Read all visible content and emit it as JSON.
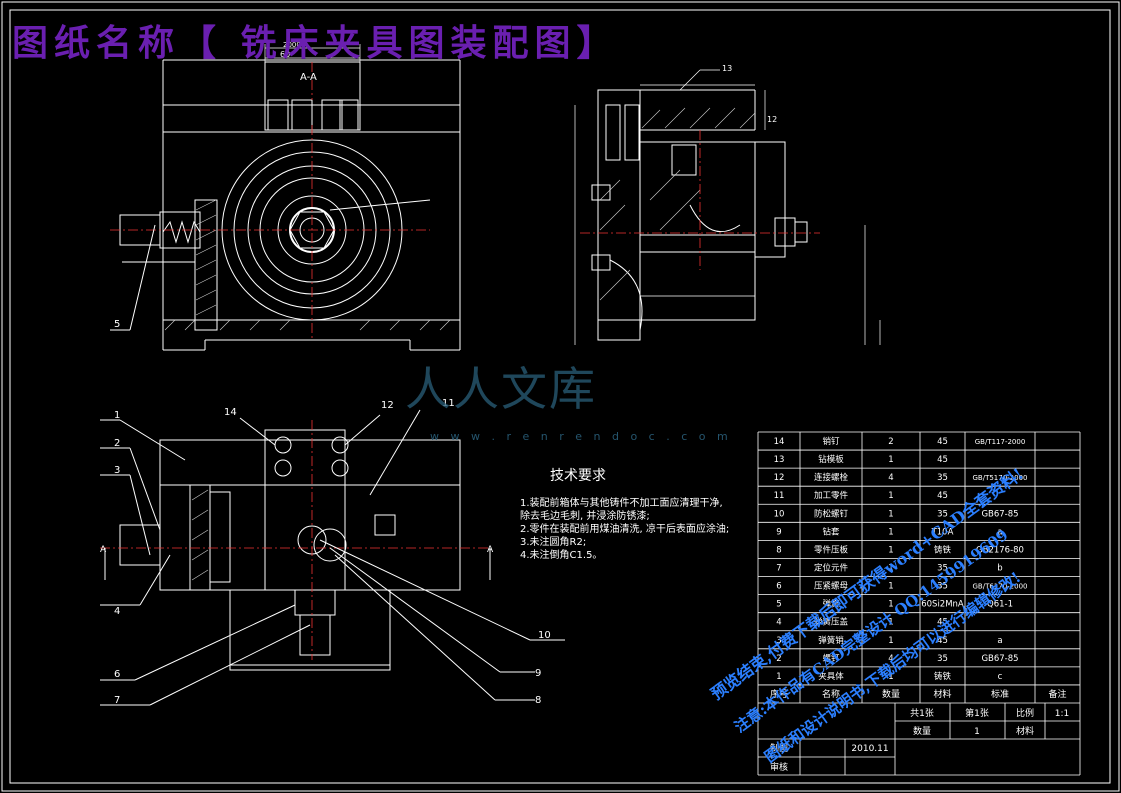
{
  "title": "图纸名称【 铣床夹具图装配图】",
  "section_label": "A-A",
  "dims": {
    "top_width": "2000",
    "top_60": "60",
    "right_12": "12",
    "right_ref_13": "13"
  },
  "balloons": {
    "b1": "1",
    "b2": "2",
    "b3": "3",
    "b4": "4",
    "b5": "5",
    "b6": "6",
    "b7": "7",
    "b8": "8",
    "b9": "9",
    "b10": "10",
    "b11": "11",
    "b12": "12",
    "b14": "14"
  },
  "section_marks": {
    "left_a": "A",
    "right_a": "A"
  },
  "tech": {
    "heading": "技术要求",
    "lines": [
      "1.装配前箱体与其他铸件不加工面应清理干净,",
      "   除去毛边毛刺, 并浸涂防锈漆;",
      "2.零件在装配前用煤油清洗, 凉干后表面应涂油;",
      "3.未注圆角R2;",
      "4.未注倒角C1.5。"
    ]
  },
  "watermark": {
    "logo": "人人文库",
    "url": "w w w . r e n r e n d o c . c o m",
    "diag1": "预览结束,付费下载后即可获得word+CAD全套资料!",
    "diag2": "注意:本作品有CAD完整设计 QQ:1459919609",
    "diag3": "图纸和设计说明书,下载后均可以进行编辑修改!"
  },
  "bom": {
    "rows": [
      [
        "14",
        "销钉",
        "2",
        "45",
        "GB/T117-2000",
        ""
      ],
      [
        "13",
        "钻模板",
        "1",
        "45",
        "",
        ""
      ],
      [
        "12",
        "连接螺栓",
        "4",
        "35",
        "GB/T5170-2000",
        ""
      ],
      [
        "11",
        "加工零件",
        "1",
        "45",
        "",
        ""
      ],
      [
        "10",
        "防松螺钉",
        "1",
        "35",
        "GB67-85",
        ""
      ],
      [
        "9",
        "钻套",
        "1",
        "T10A",
        "a",
        ""
      ],
      [
        "8",
        "零件压板",
        "1",
        "铸铁",
        "GB2176-80",
        ""
      ],
      [
        "7",
        "定位元件",
        "1",
        "35",
        "b",
        ""
      ],
      [
        "6",
        "压紧螺母",
        "1",
        "35",
        "GB/T6170-2000",
        ""
      ],
      [
        "5",
        "弹簧",
        "1",
        "60Si2MnA",
        "Q61-1",
        ""
      ],
      [
        "4",
        "弹簧压盖",
        "1",
        "45",
        "",
        ""
      ],
      [
        "3",
        "弹簧销",
        "1",
        "45",
        "a",
        ""
      ],
      [
        "2",
        "螺钉",
        "4",
        "35",
        "GB67-85",
        ""
      ],
      [
        "1",
        "夹具体",
        "1",
        "铸铁",
        "c",
        ""
      ]
    ],
    "header": [
      "序号",
      "名称",
      "数量",
      "材料",
      "标准",
      "备注"
    ],
    "title_block": {
      "sheets_total": "共1张",
      "sheet_no": "第1张",
      "scale_label": "比例",
      "scale_value": "1:1",
      "qty_label": "数量",
      "qty_value": "1",
      "material_label": "材料",
      "drawn_label": "制图",
      "date": "2010.11",
      "review_label": "审核"
    }
  }
}
